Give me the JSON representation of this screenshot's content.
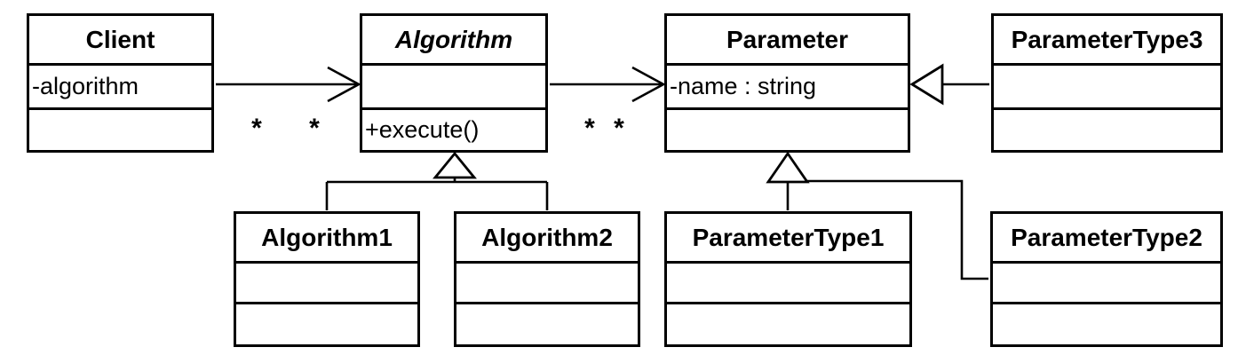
{
  "diagram": {
    "type": "uml-class-diagram",
    "colors": {
      "background": "#ffffff",
      "line": "#000000",
      "box_fill": "#ffffff",
      "text": "#000000"
    },
    "classes": [
      {
        "name": "Client",
        "abstract": false,
        "attributes": [
          "-algorithm"
        ],
        "operations": []
      },
      {
        "name": "Algorithm",
        "abstract": true,
        "attributes": [],
        "operations": [
          "+execute()"
        ]
      },
      {
        "name": "Parameter",
        "abstract": false,
        "attributes": [
          "-name : string"
        ],
        "operations": []
      },
      {
        "name": "ParameterType3",
        "abstract": false,
        "attributes": [],
        "operations": []
      },
      {
        "name": "Algorithm1",
        "abstract": false,
        "attributes": [],
        "operations": []
      },
      {
        "name": "Algorithm2",
        "abstract": false,
        "attributes": [],
        "operations": []
      },
      {
        "name": "ParameterType1",
        "abstract": false,
        "attributes": [],
        "operations": []
      },
      {
        "name": "ParameterType2",
        "abstract": false,
        "attributes": [],
        "operations": []
      }
    ],
    "associations": [
      {
        "from": "Client",
        "to": "Algorithm",
        "arrow": "open",
        "multiplicities": [
          "*",
          "*"
        ]
      },
      {
        "from": "Algorithm",
        "to": "Parameter",
        "arrow": "open",
        "multiplicities": [
          "*",
          "*"
        ]
      }
    ],
    "generalizations": [
      {
        "child": "Algorithm1",
        "parent": "Algorithm"
      },
      {
        "child": "Algorithm2",
        "parent": "Algorithm"
      },
      {
        "child": "ParameterType1",
        "parent": "Parameter"
      },
      {
        "child": "ParameterType2",
        "parent": "Parameter"
      },
      {
        "child": "ParameterType3",
        "parent": "Parameter"
      }
    ]
  }
}
